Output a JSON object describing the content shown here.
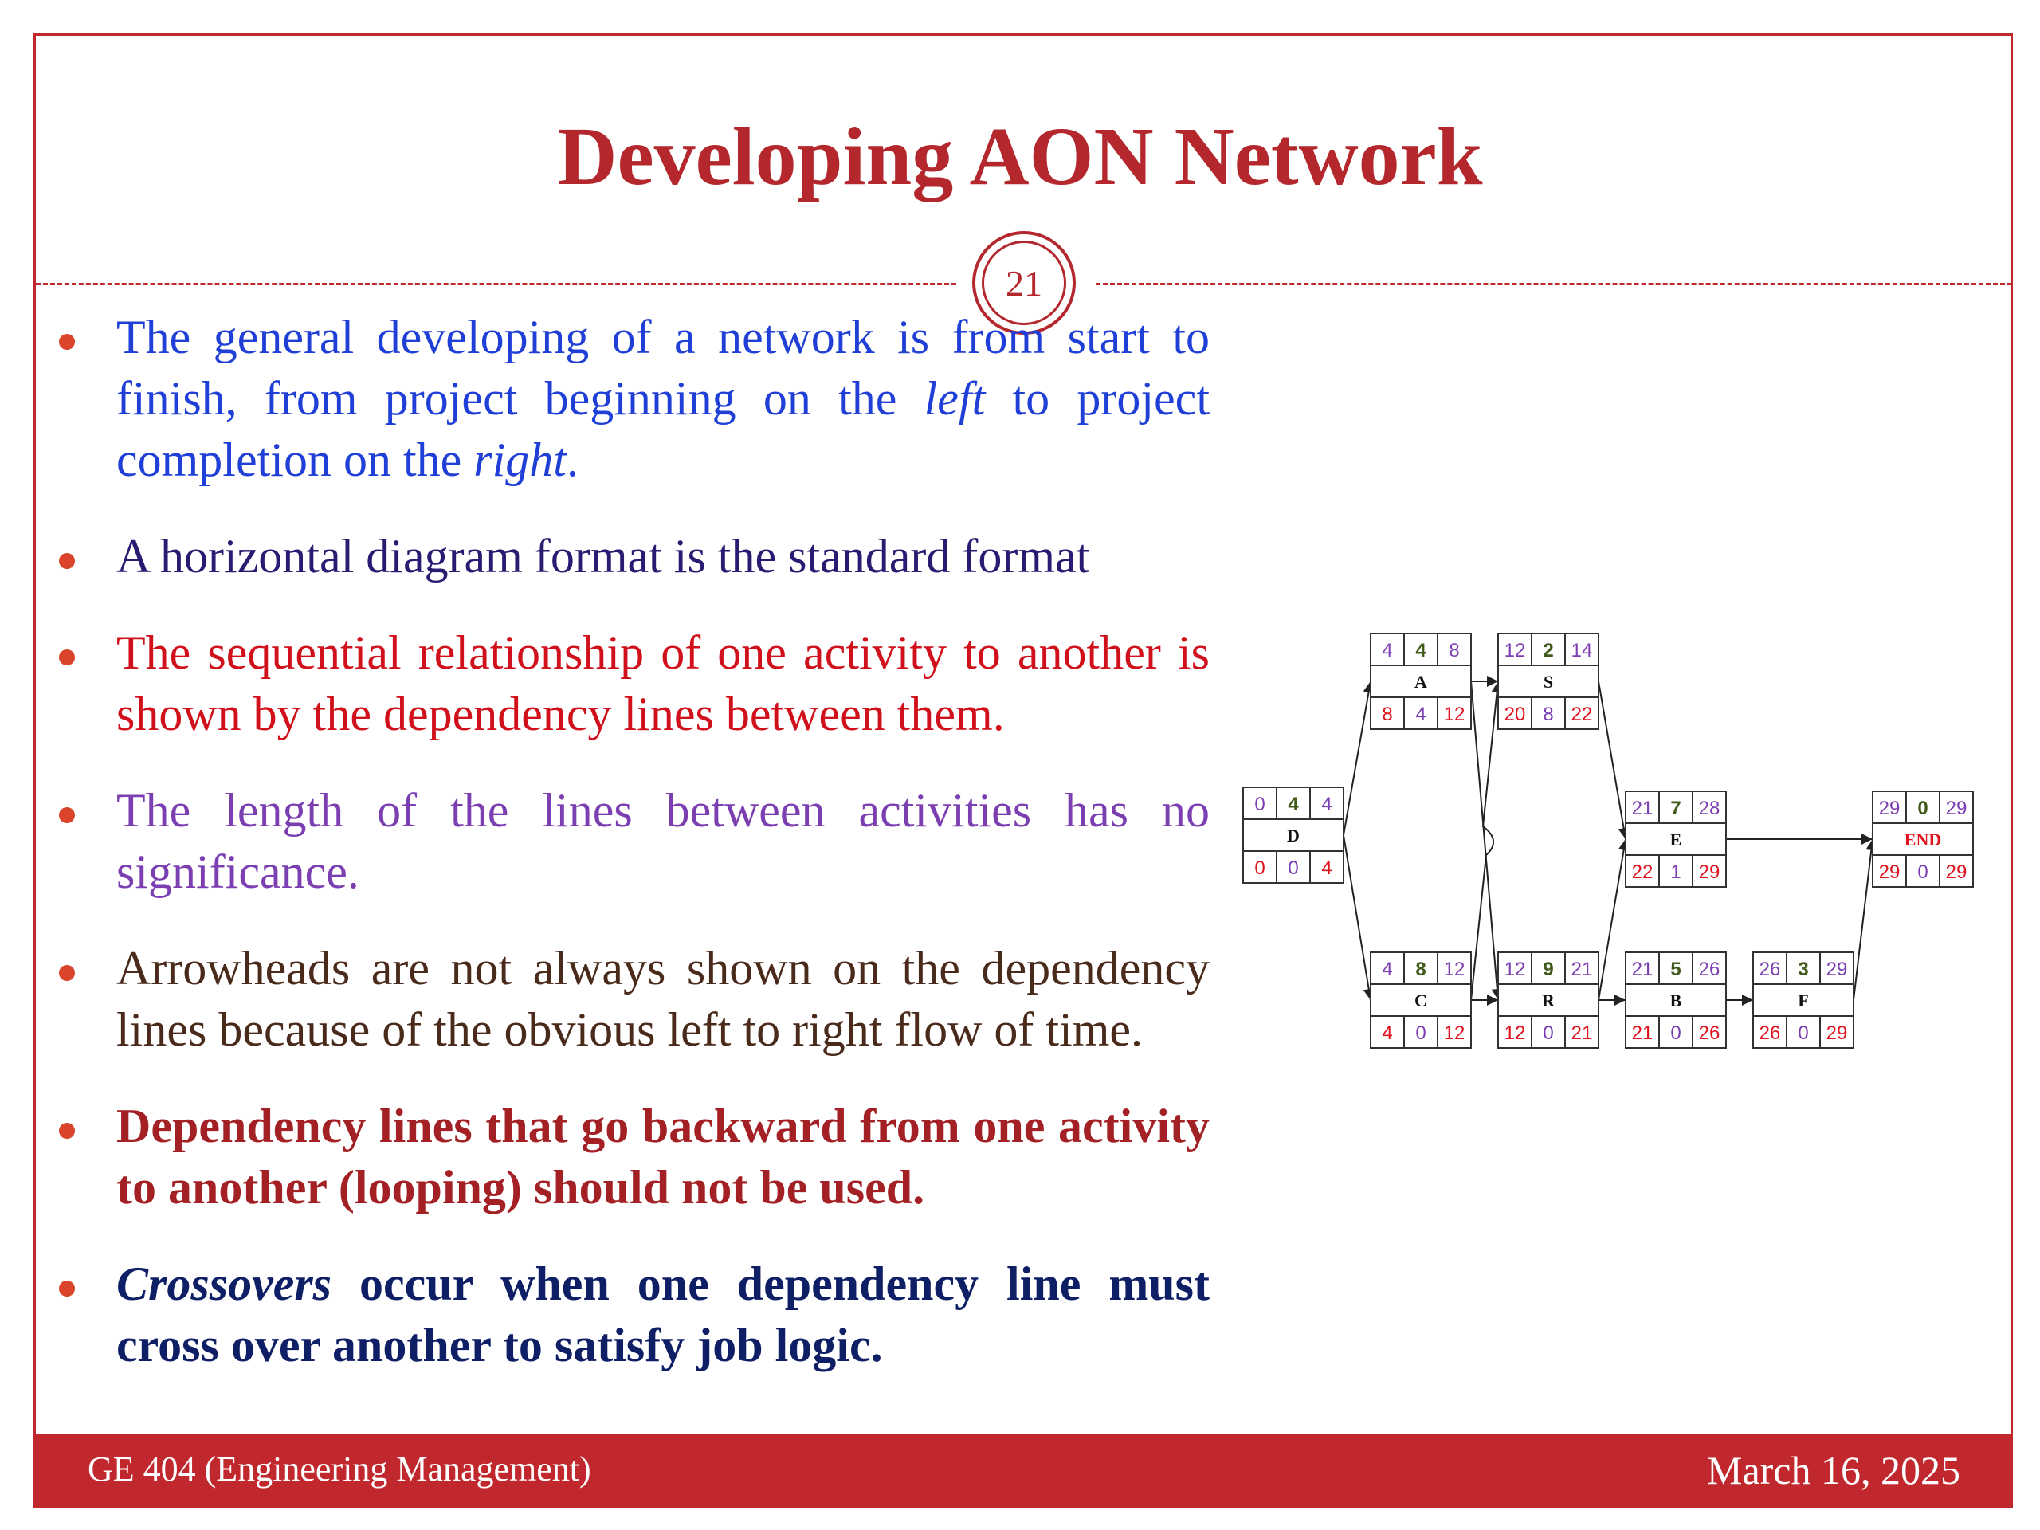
{
  "slide": {
    "title": "Developing AON Network",
    "page_number": "21",
    "footer_left": "GE 404 (Engineering Management)",
    "footer_right": "March 16, 2025",
    "colors": {
      "accent": "#c0282d",
      "blue": "#1f3fd6",
      "navy": "#2b1a72",
      "red": "#d0101a",
      "purple": "#7b3fb2",
      "brown": "#4a2a1a",
      "maroon": "#a32024",
      "dark_blue": "#0f1f66"
    }
  },
  "bullets": [
    {
      "parts": [
        {
          "text": "The general developing of a network is from start to finish, from project beginning on the "
        },
        {
          "text": "left",
          "italic": true
        },
        {
          "text": " to project completion on the "
        },
        {
          "text": "right",
          "italic": true
        },
        {
          "text": "."
        }
      ],
      "color": "#1f3fd6"
    },
    {
      "parts": [
        {
          "text": "A horizontal diagram format is the standard format"
        }
      ],
      "color": "#2b1a72"
    },
    {
      "parts": [
        {
          "text": "The sequential relationship of one activity to another is shown by the dependency lines between them."
        }
      ],
      "color": "#d0101a"
    },
    {
      "parts": [
        {
          "text": "The length of the lines between activities has no significance."
        }
      ],
      "color": "#7b3fb2"
    },
    {
      "parts": [
        {
          "text": "Arrowheads are not always shown on the dependency lines because of the obvious left to right flow of time."
        }
      ],
      "color": "#4a2a1a"
    },
    {
      "parts": [
        {
          "text": "Dependency lines that go backward from one activity to another (looping) should not be used."
        }
      ],
      "color": "#a32024",
      "bold": true
    },
    {
      "parts": [
        {
          "text": "Crossovers",
          "italic": true
        },
        {
          "text": " occur when one dependency line must cross over another to satisfy job logic."
        }
      ],
      "color": "#0f1f66",
      "bold": true
    }
  ],
  "network": {
    "nodes": [
      {
        "id": "D",
        "es": "0",
        "dur": "4",
        "ef": "4",
        "ls": "0",
        "slack": "0",
        "lf": "4"
      },
      {
        "id": "A",
        "es": "4",
        "dur": "4",
        "ef": "8",
        "ls": "8",
        "slack": "4",
        "lf": "12"
      },
      {
        "id": "C",
        "es": "4",
        "dur": "8",
        "ef": "12",
        "ls": "4",
        "slack": "0",
        "lf": "12"
      },
      {
        "id": "S",
        "es": "12",
        "dur": "2",
        "ef": "14",
        "ls": "20",
        "slack": "8",
        "lf": "22"
      },
      {
        "id": "R",
        "es": "12",
        "dur": "9",
        "ef": "21",
        "ls": "12",
        "slack": "0",
        "lf": "21"
      },
      {
        "id": "E",
        "es": "21",
        "dur": "7",
        "ef": "28",
        "ls": "22",
        "slack": "1",
        "lf": "29"
      },
      {
        "id": "B",
        "es": "21",
        "dur": "5",
        "ef": "26",
        "ls": "21",
        "slack": "0",
        "lf": "26"
      },
      {
        "id": "F",
        "es": "26",
        "dur": "3",
        "ef": "29",
        "ls": "26",
        "slack": "0",
        "lf": "29"
      },
      {
        "id": "END",
        "es": "29",
        "dur": "0",
        "ef": "29",
        "ls": "29",
        "slack": "0",
        "lf": "29"
      }
    ],
    "edges": [
      [
        "D",
        "A"
      ],
      [
        "D",
        "C"
      ],
      [
        "A",
        "S"
      ],
      [
        "A",
        "R"
      ],
      [
        "C",
        "S"
      ],
      [
        "C",
        "R"
      ],
      [
        "S",
        "E"
      ],
      [
        "R",
        "E"
      ],
      [
        "R",
        "B"
      ],
      [
        "B",
        "F"
      ],
      [
        "E",
        "END"
      ],
      [
        "F",
        "END"
      ]
    ],
    "colors": {
      "early": "#7b3fb2",
      "late": "#e0141e",
      "duration": "#3f5a1a",
      "end_label": "#e0141e"
    }
  }
}
